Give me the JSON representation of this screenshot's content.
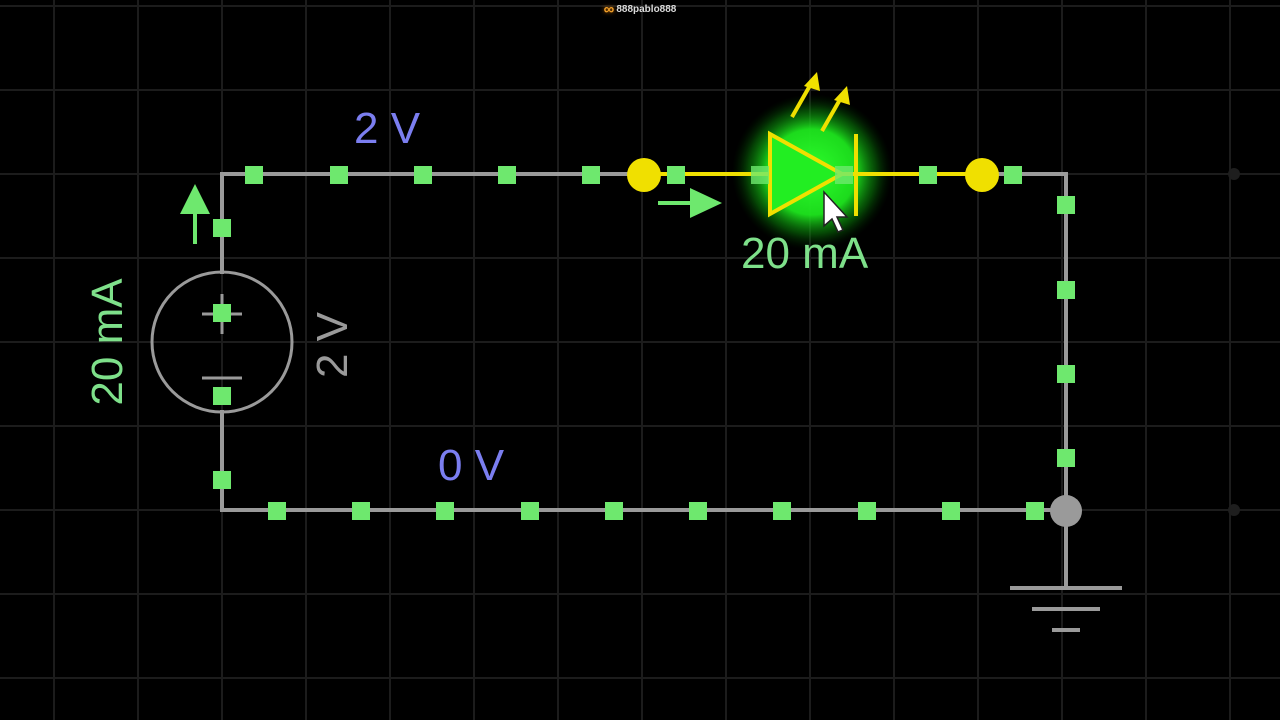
{
  "header": {
    "streamer_name": "888pablo888",
    "icon": "infinity-icon"
  },
  "colors": {
    "background": "#000000",
    "grid": "#1c1c1c",
    "wire": "#9a9a9a",
    "wire_active": "#f0e000",
    "current_dot": "#6ee86e",
    "voltage_label": "#7b7ef0",
    "current_label": "#7ee08a",
    "led_glow": "#22ff22",
    "led_outline": "#f0e000"
  },
  "circuit": {
    "top_node_voltage": "2 V",
    "bottom_node_voltage": "0 V",
    "source": {
      "type": "voltage-source",
      "voltage": "2 V",
      "current": "20 mA",
      "plus": "+",
      "minus": "−"
    },
    "led": {
      "type": "led",
      "current": "20 mA",
      "state": "on"
    },
    "ground": {
      "type": "ground"
    }
  }
}
